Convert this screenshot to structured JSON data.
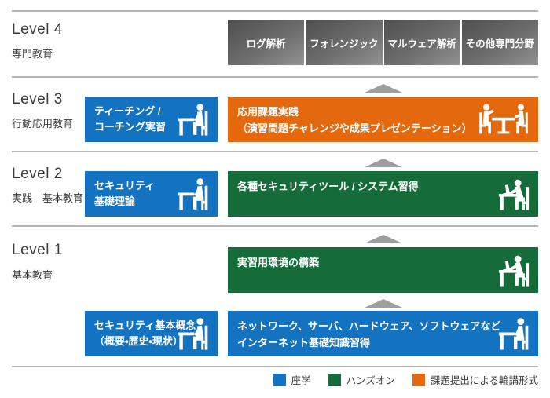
{
  "colors": {
    "blue": "#1473c0",
    "green": "#156b39",
    "orange": "#e4690e",
    "gray_box_top": "#4e4e4e",
    "gray_box_bottom": "#929292",
    "arrow": "#9e9e9e",
    "divider": "#b6b6b6",
    "text": "#3c3c3c"
  },
  "icons": {
    "lecture": "seated-person-icon",
    "hands_on": "person-at-laptop-icon",
    "seminar": "people-at-table-icon"
  },
  "levels": [
    {
      "label": "Level 4",
      "sublabel": "専門教育"
    },
    {
      "label": "Level 3",
      "sublabel": "行動応用教育"
    },
    {
      "label": "Level 2",
      "sublabel": "実践　基本教育"
    },
    {
      "label": "Level 1",
      "sublabel": "基本教育"
    }
  ],
  "level4_boxes": [
    {
      "label": "ログ解析"
    },
    {
      "label": "フォレンジック"
    },
    {
      "label": "マルウェア解析"
    },
    {
      "label": "その他専門分野"
    }
  ],
  "level3": {
    "teaching_box": {
      "line1": "ティーチング /",
      "line2": "コーチング実習"
    },
    "applied_box": {
      "line1": "応用課題実践",
      "line2": "（演習問題チャレンジや成果プレゼンテーション）"
    }
  },
  "level2": {
    "theory_box": {
      "line1": "セキュリティ",
      "line2": "基礎理論"
    },
    "tools_box": {
      "line1": "各種セキュリティツール / システム習得"
    }
  },
  "level1": {
    "env_box": {
      "line1": "実習用環境の構築"
    }
  },
  "foundation": {
    "concept_box": {
      "line1": "セキュリティ基本概念",
      "line2": "（概要・歴史・現状）"
    },
    "network_box": {
      "line1": "ネットワーク、サーバ、ハードウェア、ソフトウェアなど",
      "line2": "インターネット基礎知識習得"
    }
  },
  "legend": {
    "items": [
      {
        "label": "座学",
        "color": "#1473c0"
      },
      {
        "label": "ハンズオン",
        "color": "#156b39"
      },
      {
        "label": "課題提出による輪講形式",
        "color": "#e4690e"
      }
    ]
  }
}
